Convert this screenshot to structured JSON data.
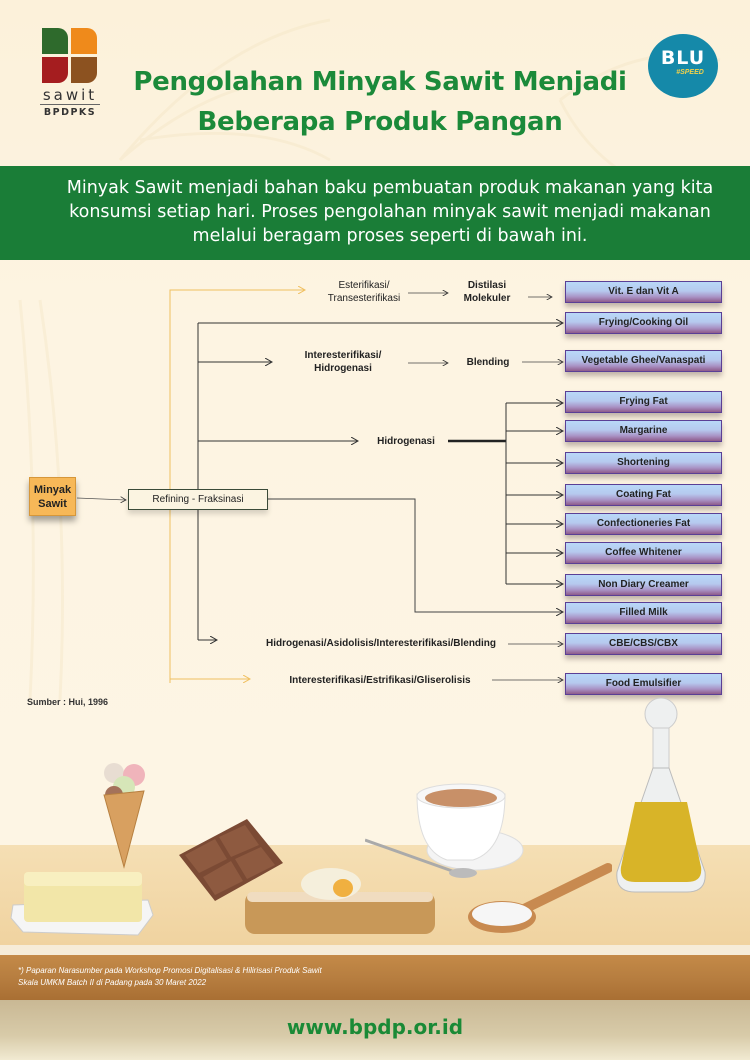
{
  "header": {
    "logo": {
      "word": "sawit",
      "sub": "BPDPKS",
      "colors": [
        "#2e6a2c",
        "#ef8a1b",
        "#a51d1f",
        "#8c5220"
      ]
    },
    "blu_logo": {
      "main": "BLU",
      "sub": "#SPEED",
      "color": "#1589a9"
    },
    "title_line1": "Pengolahan Minyak Sawit Menjadi",
    "title_line2": "Beberapa Produk Pangan",
    "title_color": "#1b8a3a"
  },
  "banner": {
    "text": "Minyak Sawit menjadi bahan baku pembuatan produk makanan yang kita konsumsi setiap hari. Proses pengolahan minyak sawit menjadi makanan melalui beragam proses seperti di bawah ini.",
    "color": "#1a7d37"
  },
  "diagram": {
    "source": "Minyak Sawit",
    "source_line1": "Minyak",
    "source_line2": "Sawit",
    "refining": "Refining - Fraksinasi",
    "processes": {
      "esterifikasi_1": "Esterifikasi/",
      "esterifikasi_2": "Transesterifikasi",
      "distilasi_1": "Distilasi",
      "distilasi_2": "Molekuler",
      "interest_1": "Interesterifikasi/",
      "interest_2": "Hidrogenasi",
      "blending": "Blending",
      "hidrogenasi": "Hidrogenasi",
      "multi": "Hidrogenasi/Asidolisis/Interesterifikasi/Blending",
      "emuls": "Interesterifikasi/Estrifikasi/Gliserolisis"
    },
    "products": [
      "Vit. E dan Vit A",
      "Frying/Cooking Oil",
      "Vegetable Ghee/Vanaspati",
      "Frying Fat",
      "Margarine",
      "Shortening",
      "Coating Fat",
      "Confectioneries Fat",
      "Coffee Whitener",
      "Non Diary Creamer",
      "Filled Milk",
      "CBE/CBS/CBX",
      "Food Emulsifier"
    ],
    "source_note": "Sumber : Hui, 1996"
  },
  "illustration": {
    "items": [
      "butter",
      "ice-cream-cone",
      "chocolate-bar",
      "toast-with-filling",
      "coffee-cup",
      "spoon-of-powder",
      "oil-decanter"
    ]
  },
  "footer": {
    "note_line1": "*) Paparan Narasumber pada Workshop Promosi Digitalisasi & Hilirisasi Produk Sawit",
    "note_line2": "Skala UMKM Batch II di Padang pada 30 Maret 2022",
    "url": "www.bpdp.or.id"
  }
}
